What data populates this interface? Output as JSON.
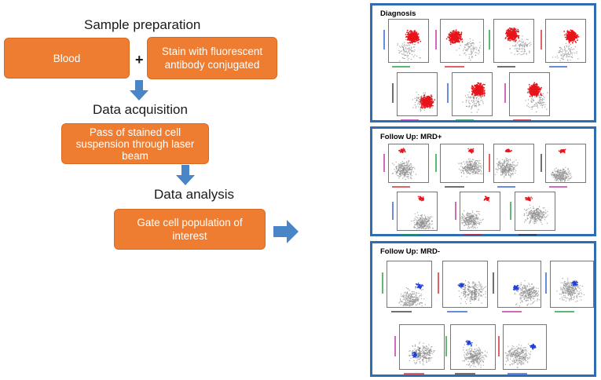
{
  "left_flow": {
    "sample_preparation": "Sample preparation",
    "blood": "Blood",
    "plus": "+",
    "stain_line1": "Stain with fluorescent",
    "stain_line2": "antibody conjugated",
    "data_acquisition": "Data acquisition",
    "acq_line1": "Pass of stained cell",
    "acq_line2": "suspension through laser",
    "acq_line3": "beam",
    "data_analysis": "Data analysis",
    "gate": "Gate cell population of interest"
  },
  "panels": [
    {
      "title": "Diagnosis",
      "dot_color": "#e8141b"
    },
    {
      "title": "Follow Up: MRD+",
      "dot_color": "#e8141b"
    },
    {
      "title": "Follow Up: MRD-",
      "dot_color": "#1f3fd6"
    }
  ],
  "colors": {
    "box_fill": "#ee7d31",
    "arrow": "#4a86c7",
    "panel_border": "#2e6db4",
    "background_events": "#8a8a8a"
  }
}
